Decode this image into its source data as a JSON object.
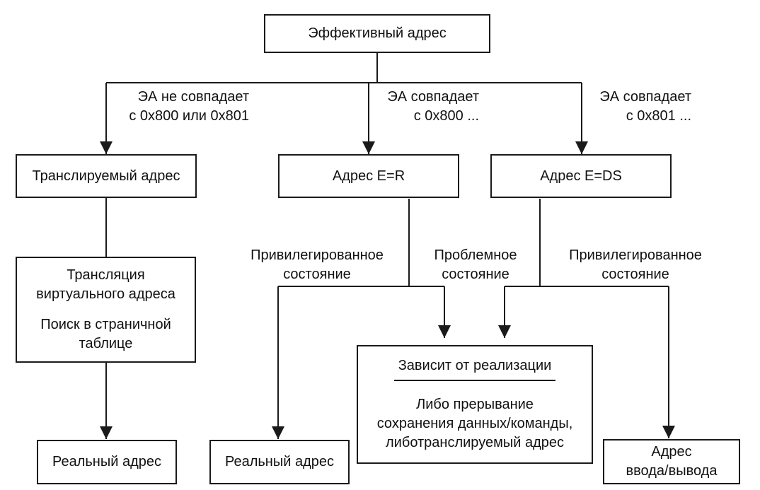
{
  "nodes": {
    "ea": "Эффективный адрес",
    "translated": "Транслируемый адрес",
    "addr_er": "Адрес E=R",
    "addr_eds": "Адрес E=DS",
    "translation": {
      "line1": "Трансляция",
      "line2": "виртуального адреса",
      "line3": "Поиск в страничной",
      "line4": "таблице"
    },
    "impl": {
      "heading": "Зависит от реализации",
      "line1": "Либо прерывание",
      "line2": "сохранения данных/команды,",
      "line3": "либотранслируемый адрес"
    },
    "real_left": "Реальный адрес",
    "real_mid": "Реальный адрес",
    "io": {
      "line1": "Адрес",
      "line2": "ввода/вывода"
    }
  },
  "edge_labels": {
    "no_match": {
      "line1": "ЭА не совпадает",
      "line2": "с 0x800 или 0x801"
    },
    "match_800": {
      "line1": "ЭА совпадает",
      "line2": "с 0x800 ..."
    },
    "match_801": {
      "line1": "ЭА совпадает",
      "line2": "с 0x801 ..."
    },
    "priv_left": {
      "line1": "Привилегированное",
      "line2": "состояние"
    },
    "problem": {
      "line1": "Проблемное",
      "line2": "состояние"
    },
    "priv_right": {
      "line1": "Привилегированное",
      "line2": "состояние"
    }
  }
}
